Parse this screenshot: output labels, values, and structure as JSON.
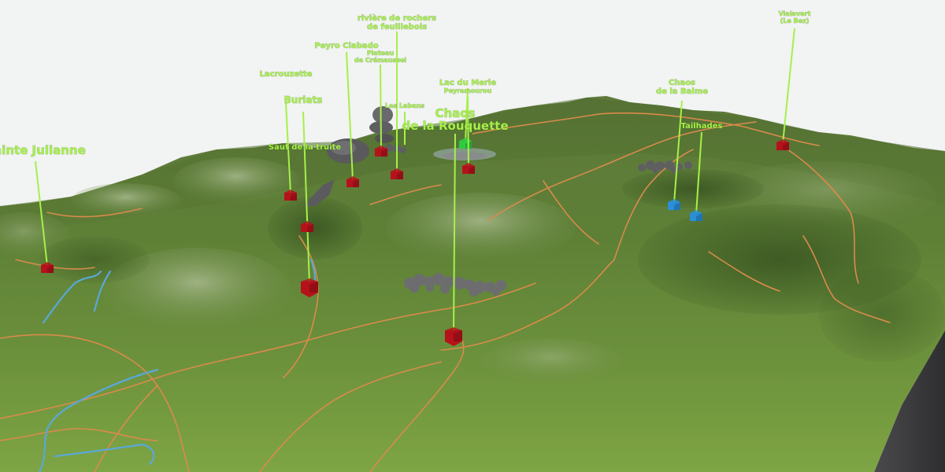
{
  "map": {
    "markers": [
      {
        "id": "sainte-julianne",
        "label_lines": [
          "Sainte Julianne"
        ],
        "type": "red"
      },
      {
        "id": "lacrouzette",
        "label_lines": [
          "Lacrouzette"
        ],
        "type": "red"
      },
      {
        "id": "burlats",
        "label_lines": [
          "Burlats"
        ],
        "type": "red"
      },
      {
        "id": "saut-de-la-truite",
        "label_lines": [
          "Saut de la truite"
        ],
        "type": "red"
      },
      {
        "id": "peyro-clabado",
        "label_lines": [
          "Peyro Clabado"
        ],
        "type": "red"
      },
      {
        "id": "plateau-cremaussel",
        "label_lines": [
          "Plateau",
          "de Crémaussel"
        ],
        "type": "red"
      },
      {
        "id": "riviere-rochers",
        "label_lines": [
          "rivière de rochers",
          "de feuillebois"
        ],
        "type": "red"
      },
      {
        "id": "les-labans",
        "label_lines": [
          "Les Labans"
        ],
        "type": "red"
      },
      {
        "id": "lac-du-merle",
        "label_lines": [
          "Lac du Merle"
        ],
        "type": "green"
      },
      {
        "id": "peyremourou",
        "label_lines": [
          "Peyremourou"
        ],
        "type": "red"
      },
      {
        "id": "chaos-rouquette",
        "label_lines": [
          "Chaos",
          "de la Rouquette"
        ],
        "type": "red"
      },
      {
        "id": "chaos-balme",
        "label_lines": [
          "Chaos",
          "de la Balme"
        ],
        "type": "blue"
      },
      {
        "id": "tailhades",
        "label_lines": [
          "Tailhades"
        ],
        "type": "blue"
      },
      {
        "id": "vialavert",
        "label_lines": [
          "Vialavert",
          "(Le Bez)"
        ],
        "type": "red"
      }
    ],
    "colors": {
      "label": "#a6f04a",
      "marker_red": "#b5121b",
      "marker_green": "#2ecc40",
      "marker_blue": "#2a8fd8",
      "trail": "#d98b4b",
      "river": "#5aa7d9",
      "rock": "#6d6d70",
      "background": "#f2f3f3"
    }
  }
}
